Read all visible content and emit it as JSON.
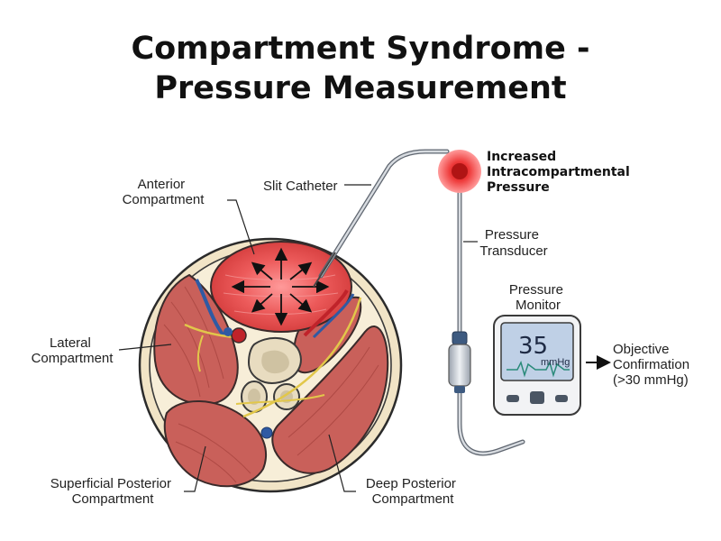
{
  "title": {
    "line1": "Compartment Syndrome -",
    "line2": "Pressure Measurement"
  },
  "labels": {
    "anterior": [
      "Anterior",
      "Compartment"
    ],
    "lateral": [
      "Lateral",
      "Compartment"
    ],
    "superficial_posterior": [
      "Superficial Posterior",
      "Compartment"
    ],
    "deep_posterior": [
      "Deep Posterior",
      "Compartment"
    ],
    "slit_catheter": "Slit Catheter",
    "increased_pressure": [
      "Increased",
      "Intracompartmental",
      "Pressure"
    ],
    "pressure_transducer": [
      "Pressure",
      "Transducer"
    ],
    "pressure_monitor": [
      "Pressure",
      "Monitor"
    ],
    "objective_confirmation": [
      "Objective",
      "Confirmation",
      "(>30 mmHg)"
    ]
  },
  "monitor": {
    "value": "35",
    "unit": "mmHg"
  },
  "colors": {
    "muscle": "#c9605a",
    "anterior_red": "#e84848",
    "bone": "#e8dcc0",
    "fascia_ring": "#f3e6c8",
    "screen": "#bfd0e6",
    "nerve": "#e2c74a",
    "artery": "#c0232a",
    "vein": "#2f5aa3"
  }
}
